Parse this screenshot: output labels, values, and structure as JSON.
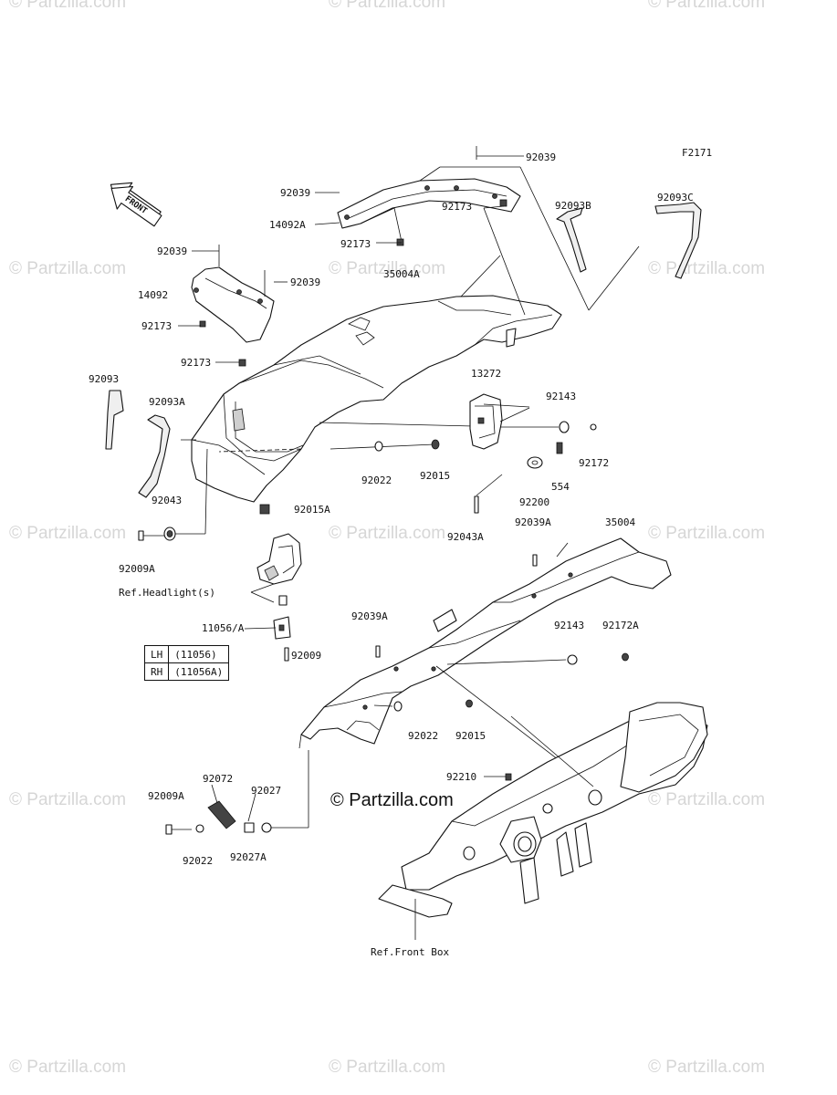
{
  "figure_code": "F2171",
  "front_label": "FRONT",
  "watermark": "© Partzilla.com",
  "center_watermark": "© Partzilla.com",
  "labels": {
    "l92039_a": "92039",
    "l92039_b": "92039",
    "l14092A": "14092A",
    "l92173_a": "92173",
    "l92173_b": "92173",
    "l92093B": "92093B",
    "l92093C": "92093C",
    "l92039_c": "92039",
    "l92039_d": "92039",
    "l35004A": "35004A",
    "l14092": "14092",
    "l92173_c": "92173",
    "l92173_d": "92173",
    "l92093": "92093",
    "l92093A": "92093A",
    "l13272": "13272",
    "l92143_a": "92143",
    "l92172": "92172",
    "l92022_a": "92022",
    "l92015_a": "92015",
    "l554": "554",
    "l92200": "92200",
    "l92043": "92043",
    "l92015A": "92015A",
    "l92043A": "92043A",
    "l92009A_a": "92009A",
    "l92039A_a": "92039A",
    "l35004": "35004",
    "ref_headlights": "Ref.Headlight(s)",
    "l11056A": "11056/A",
    "l92009": "92009",
    "l92039A_b": "92039A",
    "l92143_b": "92143",
    "l92172A": "92172A",
    "l92022_b": "92022",
    "l92015_b": "92015",
    "l92072": "92072",
    "l92027": "92027",
    "l92009A_b": "92009A",
    "l92210": "92210",
    "l92022_c": "92022",
    "l92027A": "92027A",
    "ref_front_box": "Ref.Front Box"
  },
  "variant_table": [
    {
      "side": "LH",
      "part": "(11056)"
    },
    {
      "side": "RH",
      "part": "(11056A)"
    }
  ]
}
